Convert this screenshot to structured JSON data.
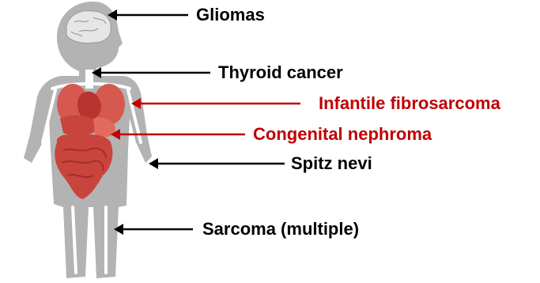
{
  "labels": {
    "gliomas": "Gliomas",
    "thyroid": "Thyroid cancer",
    "infantile": "Infantile fibrosarcoma",
    "congenital": "Congenital nephroma",
    "spitz": "Spitz nevi",
    "sarcoma": "Sarcoma (multiple)"
  },
  "colors": {
    "body": "#b3b3b3",
    "skeleton": "#ffffff",
    "organ": "#c9443d",
    "organ_light": "#e26a5f",
    "brain": "#e6e6e6",
    "arrow_black": "#000000",
    "arrow_red": "#c00000"
  }
}
